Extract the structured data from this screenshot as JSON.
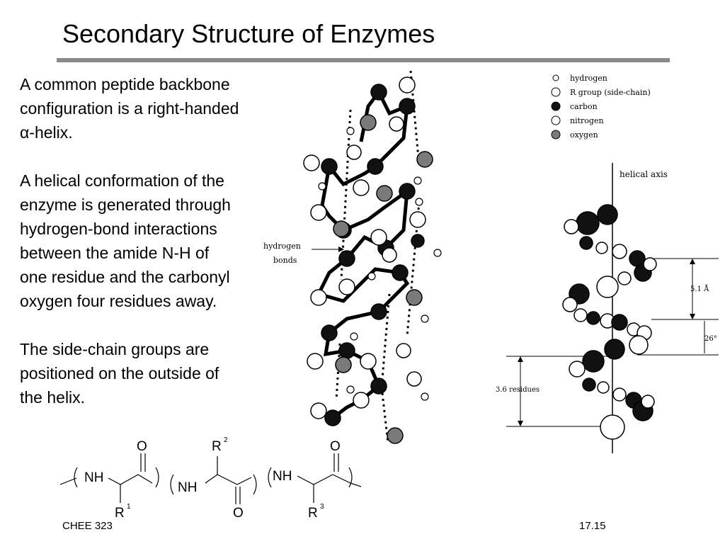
{
  "slide": {
    "title": "Secondary Structure of Enzymes",
    "paragraph1_a": "A common peptide backbone",
    "paragraph1_b": "configuration is a right-handed",
    "paragraph1_c": "α-helix.",
    "paragraph2_a": "A helical conformation of the",
    "paragraph2_b": "enzyme is generated through",
    "paragraph2_c": "hydrogen-bond interactions",
    "paragraph2_d": "between the amide N-H of",
    "paragraph2_e": "one residue and the carbonyl",
    "paragraph2_f": "oxygen four residues away.",
    "paragraph3_a": "The side-chain groups are",
    "paragraph3_b": "positioned on the outside of",
    "paragraph3_c": "the helix.",
    "footer_course": "CHEE 323",
    "footer_page": "17.15"
  },
  "figure": {
    "legend": {
      "hydrogen": "hydrogen",
      "r_group": "R group (side-chain)",
      "carbon": "carbon",
      "nitrogen": "nitrogen",
      "oxygen": "oxygen"
    },
    "hydrogen_bonds_label_a": "hydrogen",
    "hydrogen_bonds_label_b": "bonds",
    "helical_axis_label": "helical axis",
    "pitch_label": "5.1 Å",
    "angle_label": "26°",
    "residues_label": "3.6 residues"
  },
  "chemistry": {
    "nh1": "NH",
    "nh2": "NH",
    "nh3": "NH",
    "o1": "O",
    "o2": "O",
    "o3": "O",
    "r1": "R",
    "r1_sup": "1",
    "r2": "R",
    "r2_sup": "2",
    "r3": "R",
    "r3_sup": "3"
  },
  "colors": {
    "title_rule": "#8a8a8a",
    "carbon": "#111111",
    "oxygen": "#7a7a7a",
    "hydrogen": "#ffffff"
  }
}
